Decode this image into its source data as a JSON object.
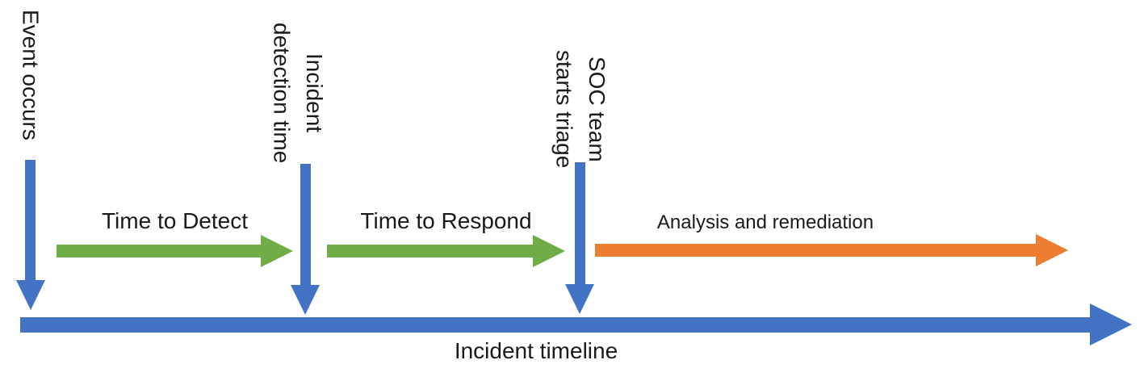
{
  "colors": {
    "blue": "#4472C4",
    "green": "#70AD47",
    "orange": "#ED7D31",
    "text": "#1A1A1A",
    "background": "#FFFFFF"
  },
  "milestones": [
    {
      "label": "Event occurs"
    },
    {
      "label": "Incident\ndetection time"
    },
    {
      "label": "SOC team\nstarts triage"
    }
  ],
  "phases": [
    {
      "label": "Time to Detect",
      "color": "#70AD47"
    },
    {
      "label": "Time to Respond",
      "color": "#70AD47"
    },
    {
      "label": "Analysis and remediation",
      "color": "#ED7D31"
    }
  ],
  "timeline": {
    "label": "Incident timeline",
    "color": "#4472C4"
  }
}
